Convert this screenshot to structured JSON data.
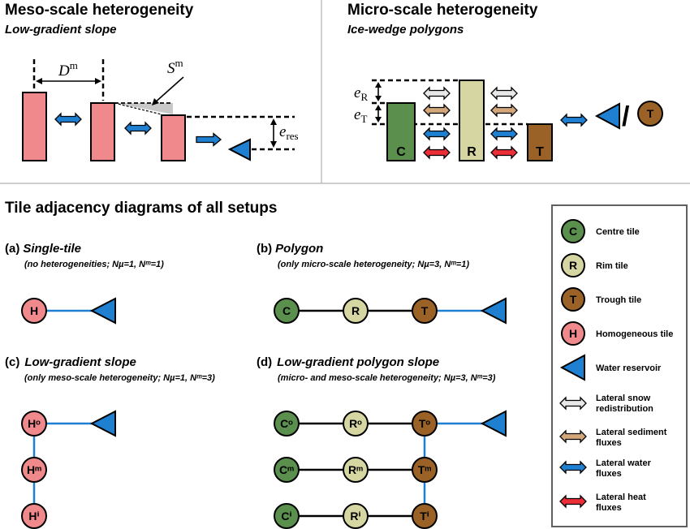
{
  "meso": {
    "title": "Meso-scale heterogeneity",
    "subtitle": "Low-gradient slope",
    "dm_label": "D",
    "dm_sup": "m",
    "sm_label": "S",
    "sm_sup": "m",
    "eres_label": "e",
    "eres_sub": "res"
  },
  "micro": {
    "title": "Micro-scale heterogeneity",
    "subtitle": "Ice-wedge polygons",
    "er_label": "e",
    "er_sub": "R",
    "et_label": "e",
    "et_sub": "T",
    "bar_c": "C",
    "bar_r": "R",
    "bar_t": "T",
    "slash": "/",
    "end_tile": "T"
  },
  "adjacency": {
    "title": "Tile adjacency diagrams of all setups",
    "a": {
      "tag": "(a)",
      "name": "Single-tile",
      "desc": "(no heterogeneities; Nµ=1, Nᵐ=1)",
      "node": "H"
    },
    "b": {
      "tag": "(b)",
      "name": "Polygon",
      "desc": "(only micro-scale heterogeneity; Nµ=3, Nᵐ=1)",
      "nodes": [
        "C",
        "R",
        "T"
      ]
    },
    "c": {
      "tag": "(c)",
      "name": "Low-gradient slope",
      "desc": "(only meso-scale heterogeneity; Nµ=1, Nᵐ=3)",
      "nodes": [
        "Hᵒ",
        "Hᵐ",
        "Hⁱ"
      ]
    },
    "d": {
      "tag": "(d)",
      "name": "Low-gradient polygon slope",
      "desc": "(micro- and meso-scale heterogeneity; Nµ=3, Nᵐ=3)",
      "rows": [
        [
          "Cᵒ",
          "Rᵒ",
          "Tᵒ"
        ],
        [
          "Cᵐ",
          "Rᵐ",
          "Tᵐ"
        ],
        [
          "Cⁱ",
          "Rⁱ",
          "Tⁱ"
        ]
      ]
    }
  },
  "legend": {
    "items": [
      {
        "symbol": "C",
        "label": "Centre tile",
        "kind": "circle",
        "color": "#5a8f4e"
      },
      {
        "symbol": "R",
        "label": "Rim tile",
        "kind": "circle",
        "color": "#d6d6a2"
      },
      {
        "symbol": "T",
        "label": "Trough tile",
        "kind": "circle",
        "color": "#9a6226"
      },
      {
        "symbol": "H",
        "label": "Homogeneous tile",
        "kind": "circle",
        "color": "#f0898b"
      },
      {
        "symbol": "",
        "label": "Water reservoir",
        "kind": "triangle",
        "color": "#1f7fd0"
      },
      {
        "symbol": "",
        "label": "Lateral snow",
        "label2": "redistribution",
        "kind": "arrow",
        "color": "#e8e8e8"
      },
      {
        "symbol": "",
        "label": "Lateral sediment",
        "label2": "fluxes",
        "kind": "arrow",
        "color": "#d2a77a"
      },
      {
        "symbol": "",
        "label": "Lateral water",
        "label2": "fluxes",
        "kind": "arrow",
        "color": "#1f7fd0"
      },
      {
        "symbol": "",
        "label": "Lateral heat",
        "label2": "fluxes",
        "kind": "arrow",
        "color": "#ec2f37"
      }
    ]
  },
  "colors": {
    "meso_bar": "#f0898b",
    "centre": "#5a8f4e",
    "rim": "#d6d6a2",
    "trough": "#9a6226",
    "homogeneous": "#f0898b",
    "water": "#1f7fd0",
    "snow": "#e8e8e8",
    "sediment": "#d2a77a",
    "heat": "#ec2f37",
    "blue_link": "#1f7fd0"
  }
}
